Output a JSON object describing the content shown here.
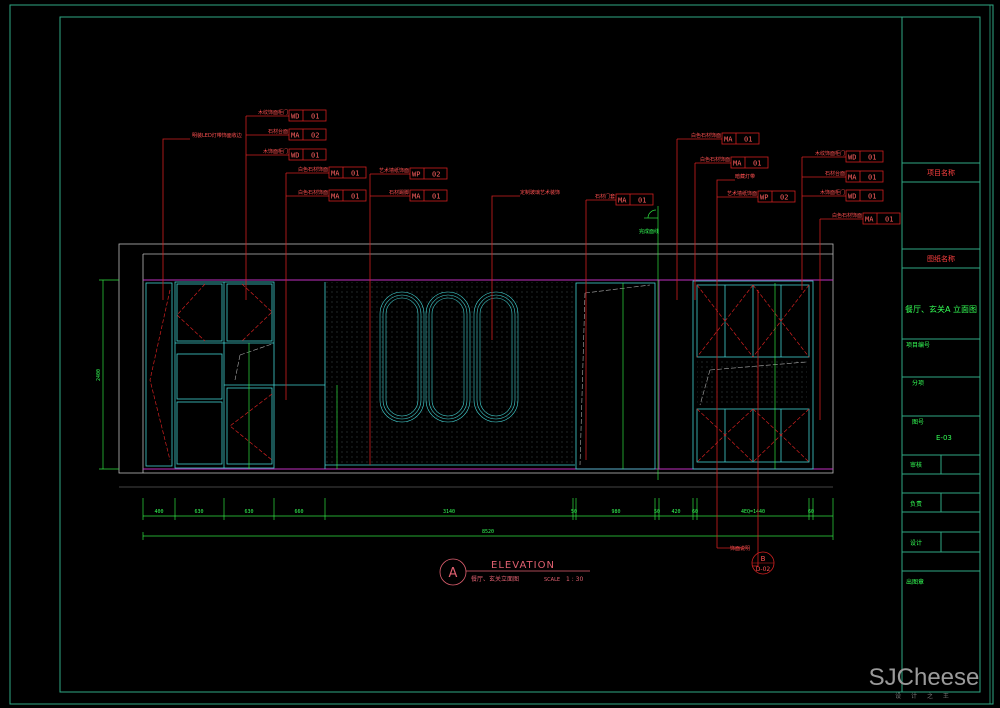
{
  "title_block": {
    "project_name_label": "项目名称",
    "drawing_name_label": "图纸名称",
    "drawing_name": "餐厅、玄关A 立面图",
    "project_no_label": "项目编号",
    "sub_item_label": "分项",
    "drawing_no_label": "图号",
    "drawing_no": "E-03",
    "review_label": "审核",
    "responsible_label": "负责",
    "design_label": "设计",
    "stamp_label": "出图章"
  },
  "elevation": {
    "symbol": "A",
    "title": "ELEVATION",
    "subtitle": "餐厅、玄关立面图",
    "scale_label": "SCALE",
    "scale_value": "1 : 30"
  },
  "detail_ref": {
    "letter": "B",
    "sheet": "D-02"
  },
  "dimensions": {
    "segments": [
      "400",
      "630",
      "630",
      "660",
      "3140",
      "50",
      "980",
      "50",
      "420",
      "60",
      "4EQ=1440",
      "60"
    ],
    "total": "8520",
    "height": "2400"
  },
  "annotations": {
    "tags": [
      {
        "text": "木纹饰面柜门",
        "code": "WD",
        "num": "01"
      },
      {
        "text": "石材台面",
        "code": "MA",
        "num": "02"
      },
      {
        "text": "木饰面柜门",
        "code": "WD",
        "num": "01"
      },
      {
        "text": "白色石材饰面",
        "code": "MA",
        "num": "01"
      },
      {
        "text": "白色石材饰面",
        "code": "MA",
        "num": "01"
      },
      {
        "text": "艺术墙纸饰面",
        "code": "WP",
        "num": "02"
      },
      {
        "text": "石材踢脚",
        "code": "MA",
        "num": "01"
      },
      {
        "text": "白色石材饰面",
        "code": "MA",
        "num": "01"
      },
      {
        "text": "白色石材饰面",
        "code": "MA",
        "num": "01"
      },
      {
        "text": "艺术墙纸饰面",
        "code": "WP",
        "num": "02"
      },
      {
        "text": "木纹饰面柜门",
        "code": "WD",
        "num": "01"
      },
      {
        "text": "石材台面",
        "code": "MA",
        "num": "01"
      },
      {
        "text": "木饰面柜门",
        "code": "WD",
        "num": "01"
      },
      {
        "text": "白色石材饰面",
        "code": "MA",
        "num": "01"
      },
      {
        "text": "石材门套",
        "code": "MA",
        "num": "01"
      }
    ],
    "notes": [
      "明装LED灯带饰面收边",
      "定制玻璃艺术装饰",
      "暗藏灯带",
      "饰面说明",
      "完成面线"
    ]
  },
  "watermark": {
    "brand": "SJCheese",
    "tagline": "设 计 之 王"
  },
  "colors": {
    "frame": "#2fa884",
    "cyan": "#40d0d0",
    "magenta": "#c030c0",
    "red": "#d02020",
    "green": "#30e040"
  }
}
